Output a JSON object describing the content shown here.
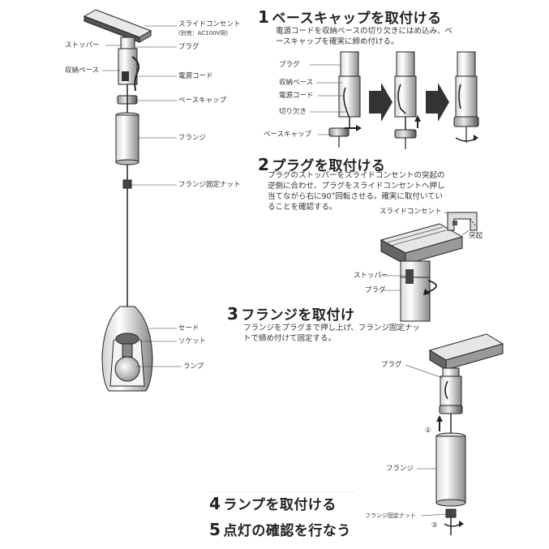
{
  "left_labels": {
    "slide_outlet": "スライドコンセント",
    "slide_outlet_note": "(別売：AC100V用)",
    "stopper": "ストッパー",
    "plug": "プラグ",
    "housing_base": "収納ベース",
    "power_cord": "電源コード",
    "base_cap": "ベースキャップ",
    "flange": "フランジ",
    "flange_nut": "フランジ固定ナット",
    "shade": "セード",
    "socket": "ソケット",
    "lamp": "ランプ"
  },
  "step1": {
    "num": "1",
    "title": "ベースキャップを取付ける",
    "desc_line1": "電源コードを収納ベースの切り欠きにはめ込み、ベ",
    "desc_line2": "ースキャップを確実に締め付ける。",
    "label_plug": "プラグ",
    "label_housing_base": "収納ベース",
    "label_power_cord": "電源コード",
    "label_notch": "切り欠き",
    "label_base_cap": "ベースキャップ"
  },
  "step2": {
    "num": "2",
    "title": "プラグを取付ける",
    "desc_line1": "プラグのストッパーをスライドコンセントの突起の",
    "desc_line2": "逆側に合わせ、プラグをスライドコンセントへ押し",
    "desc_line3": "当てながら右に90°回転させる。確実に取付いてい",
    "desc_line4": "ることを確認する。",
    "label_slide_outlet": "スライドコンセント",
    "label_protrusion": "突起",
    "label_stopper": "ストッパー",
    "label_plug": "プラグ"
  },
  "step3": {
    "num": "3",
    "title": "フランジを取付け",
    "desc_line1": "フランジをプラグまで押し上げ、フランジ固定ナッ",
    "desc_line2": "トで締め付けて固定する。",
    "label_plug": "プラグ",
    "label_flange": "フランジ",
    "label_flange_nut": "フランジ固定ナット",
    "mark1": "①",
    "mark2": "②"
  },
  "step4": {
    "num": "4",
    "title": "ランプを取付ける"
  },
  "step5": {
    "num": "5",
    "title": "点灯の確認を行なう"
  }
}
